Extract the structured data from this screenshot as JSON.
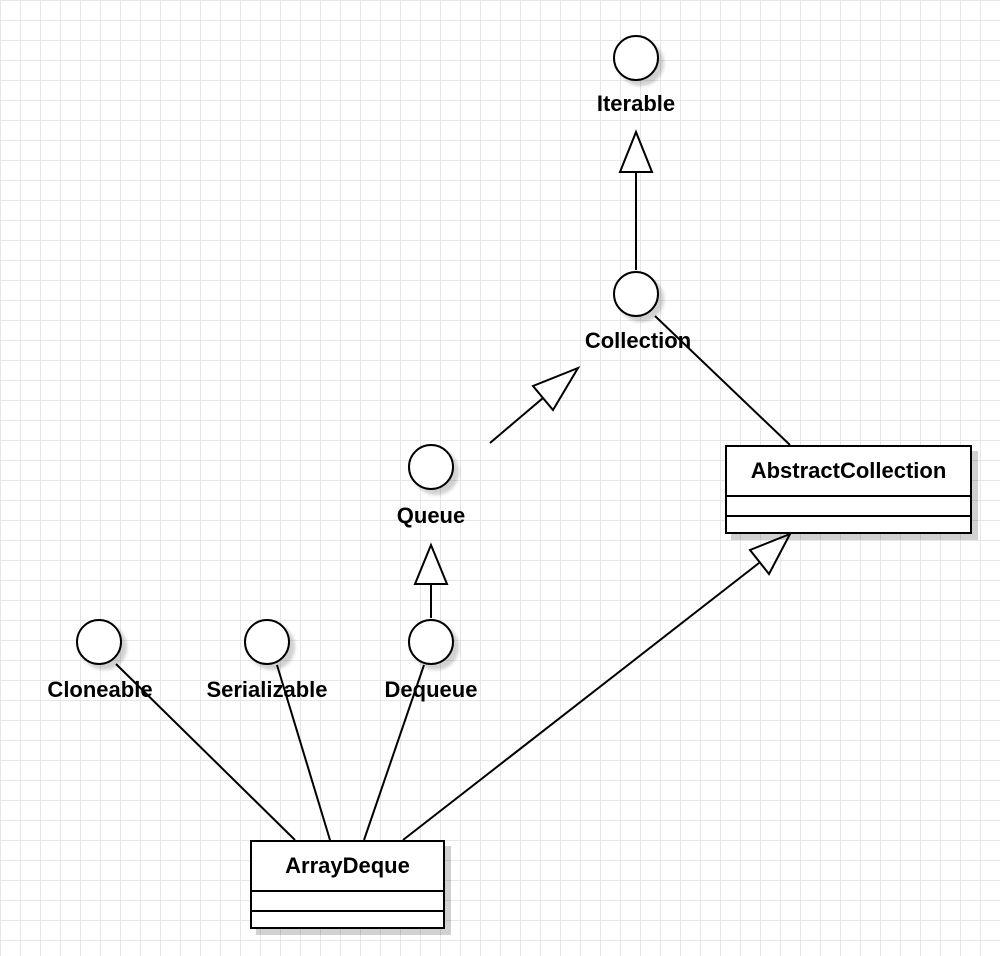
{
  "diagram": {
    "interfaces": {
      "iterable": "Iterable",
      "collection": "Collection",
      "queue": "Queue",
      "cloneable": "Cloneable",
      "serializable": "Serializable",
      "dequeue": "Dequeue"
    },
    "classes": {
      "abstract_collection": "AbstractCollection",
      "array_deque": "ArrayDeque"
    },
    "colors": {
      "stroke": "#000000",
      "fill": "#ffffff",
      "grid": "#e6e6e6"
    }
  }
}
